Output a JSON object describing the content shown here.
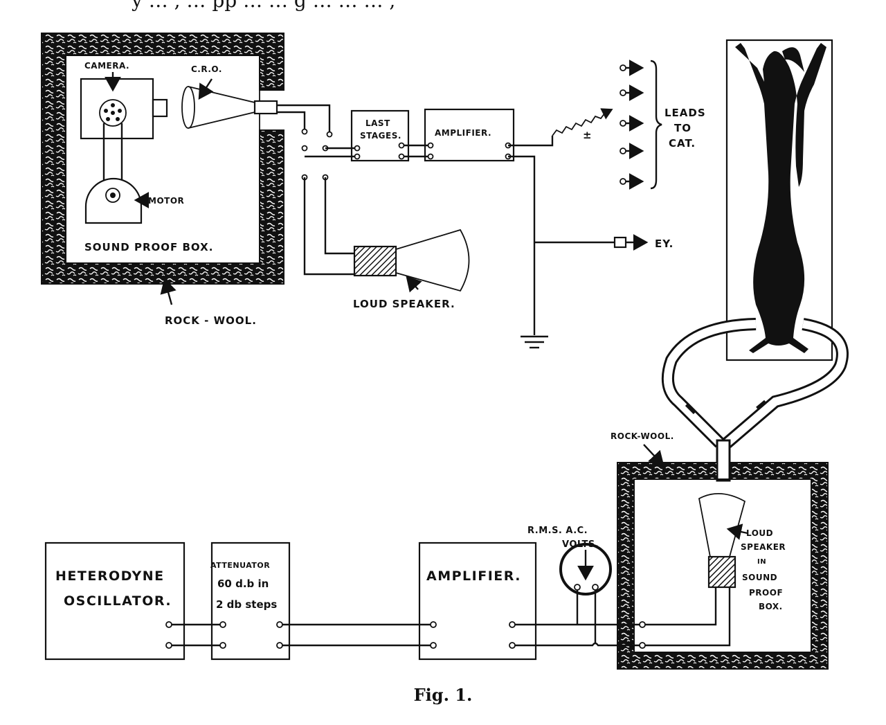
{
  "top_text": "y … , … pp … … g … … … ,",
  "caption": "Fig. 1.",
  "labels": {
    "camera": "CAMERA.",
    "cro": "C.R.O.",
    "motor": "MOTOR",
    "sound_proof_box": "SOUND PROOF BOX.",
    "rock_wool_left": "ROCK - WOOL.",
    "last_stages_1": "LAST",
    "last_stages_2": "STAGES.",
    "amplifier_top": "AMPLIFIER.",
    "leads_1": "LEADS",
    "leads_2": "TO",
    "leads_3": "CAT.",
    "plus_minus": "±",
    "ey": "EY.",
    "loud_speaker": "LOUD SPEAKER.",
    "rock_wool_right": "ROCK-WOOL.",
    "rms_1": "R.M.S.  A.C.",
    "rms_2": "VOLTS.",
    "ls_box_1": "LOUD",
    "ls_box_2": "SPEAKER",
    "ls_box_3": "IN",
    "ls_box_4": "SOUND",
    "ls_box_5": "PROOF",
    "ls_box_6": "BOX.",
    "heterodyne_1": "HETERODYNE",
    "heterodyne_2": "OSCILLATOR.",
    "attenuator_1": "ATTENUATOR",
    "attenuator_2": "60 d.b in",
    "attenuator_3": "2 db steps",
    "amplifier_bottom": "AMPLIFIER."
  }
}
